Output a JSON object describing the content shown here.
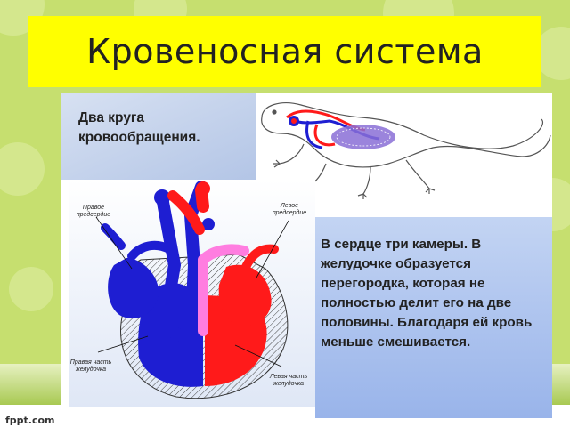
{
  "slide": {
    "title": "Кровеносная система",
    "caption_line1": "Два круга",
    "caption_line2": "кровообращения.",
    "description": "В сердце три камеры.  В желудочке образуется перегородка, которая не полностью делит его на две половины. Благодаря ей кровь меньше смешивается.",
    "labels": {
      "right_atrium_1": "Правое",
      "right_atrium_2": "предсердие",
      "left_atrium_1": "Левое",
      "left_atrium_2": "предсердие",
      "right_ventricle_1": "Правая часть",
      "right_ventricle_2": "желудочка",
      "left_ventricle_1": "Левая часть",
      "left_ventricle_2": "желудочка"
    }
  },
  "footer": {
    "brand": "fppt.com"
  },
  "colors": {
    "background": "#c6df6f",
    "title_bg": "#ffff00",
    "arterial": "#ff1a1a",
    "venous": "#1e1ed2",
    "mixed": "#ff7de0"
  }
}
